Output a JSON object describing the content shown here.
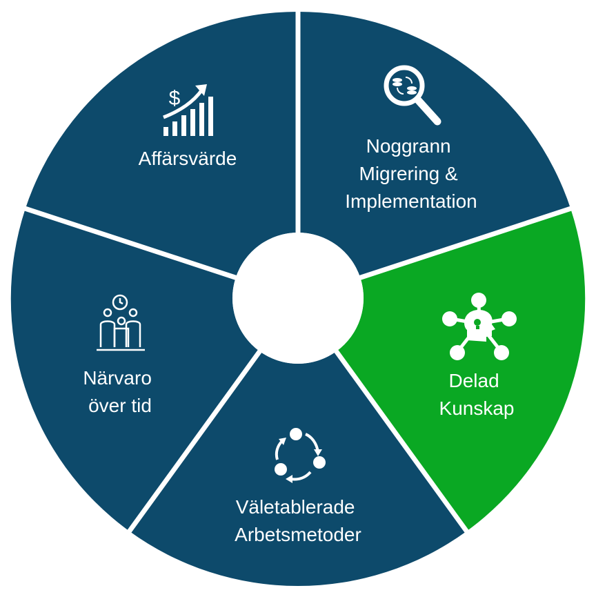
{
  "diagram": {
    "colors": {
      "segment_default": "#0d4a6b",
      "segment_highlight": "#0aa823",
      "separator": "#ffffff",
      "center": "#ffffff",
      "icon": "#ffffff"
    },
    "segments": [
      {
        "id": "affarsvarde",
        "lines": [
          "Affärsvärde"
        ],
        "icon": "rising-bar-chart-dollar-icon",
        "highlighted": false
      },
      {
        "id": "noggrann",
        "lines": [
          "Noggrann",
          "Migrering &",
          "Implementation"
        ],
        "icon": "magnifier-coins-sync-icon",
        "highlighted": false
      },
      {
        "id": "delad-kunskap",
        "lines": [
          "Delad",
          "Kunskap"
        ],
        "icon": "head-network-lightbulb-icon",
        "highlighted": true
      },
      {
        "id": "valetablerade",
        "lines": [
          "Väletablerade",
          "Arbetsmetoder"
        ],
        "icon": "cycle-arrows-icon",
        "highlighted": false
      },
      {
        "id": "narvaro",
        "lines": [
          "Närvaro",
          "över tid"
        ],
        "icon": "people-clock-icon",
        "highlighted": false
      }
    ]
  }
}
